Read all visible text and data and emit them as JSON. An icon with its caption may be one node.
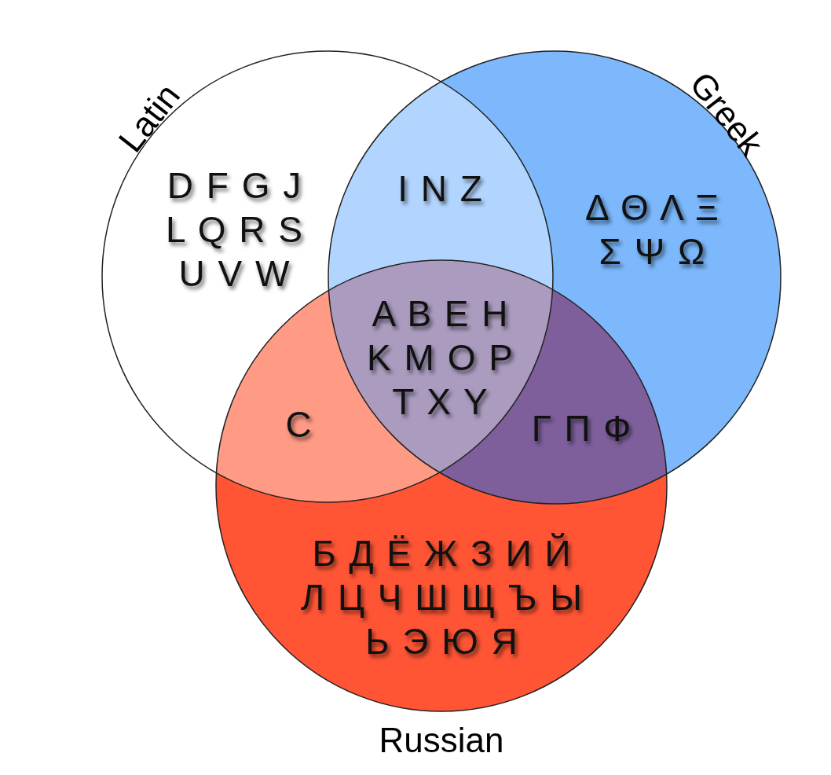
{
  "diagram": {
    "nodes": [
      {
        "text": [
          "Latin",
          "D F G J L Q R S U V W"
        ]
      },
      {
        "text": [
          "Greek",
          "Δ Θ Λ Ξ Σ Ψ Ω"
        ]
      },
      {
        "text": [
          "Б Д Ё Ж З И Й Л Ц Ч Ш Щ Ъ Ы Ь Э Ю Я",
          "Russian"
        ]
      }
    ],
    "edges": [],
    "labels": [
      "I N Z",
      "A B E H K M O P T X Y",
      "C",
      "Г П Ф"
    ]
  }
}
